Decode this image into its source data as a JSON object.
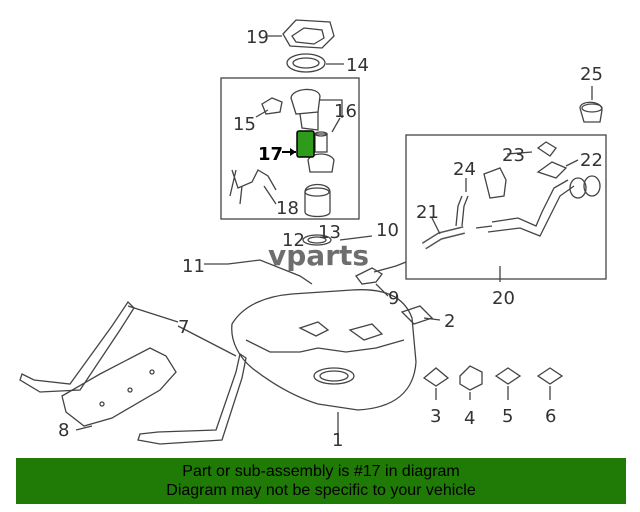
{
  "callouts": {
    "c1": "1",
    "c2": "2",
    "c3": "3",
    "c4": "4",
    "c5": "5",
    "c6": "6",
    "c7": "7",
    "c8": "8",
    "c9": "9",
    "c10": "10",
    "c11": "11",
    "c12": "12",
    "c13": "13",
    "c14": "14",
    "c15": "15",
    "c16": "16",
    "c17": "17",
    "c18": "18",
    "c19": "19",
    "c20": "20",
    "c21": "21",
    "c22": "22",
    "c23": "23",
    "c24": "24",
    "c25": "25"
  },
  "watermark": "vparts",
  "highlight": {
    "part": "17",
    "color": "#2e9b1a"
  },
  "banner": {
    "line1": "Part or sub-assembly is #17 in diagram",
    "line2": "Diagram may not be specific to your vehicle",
    "color": "#1f7a06"
  }
}
